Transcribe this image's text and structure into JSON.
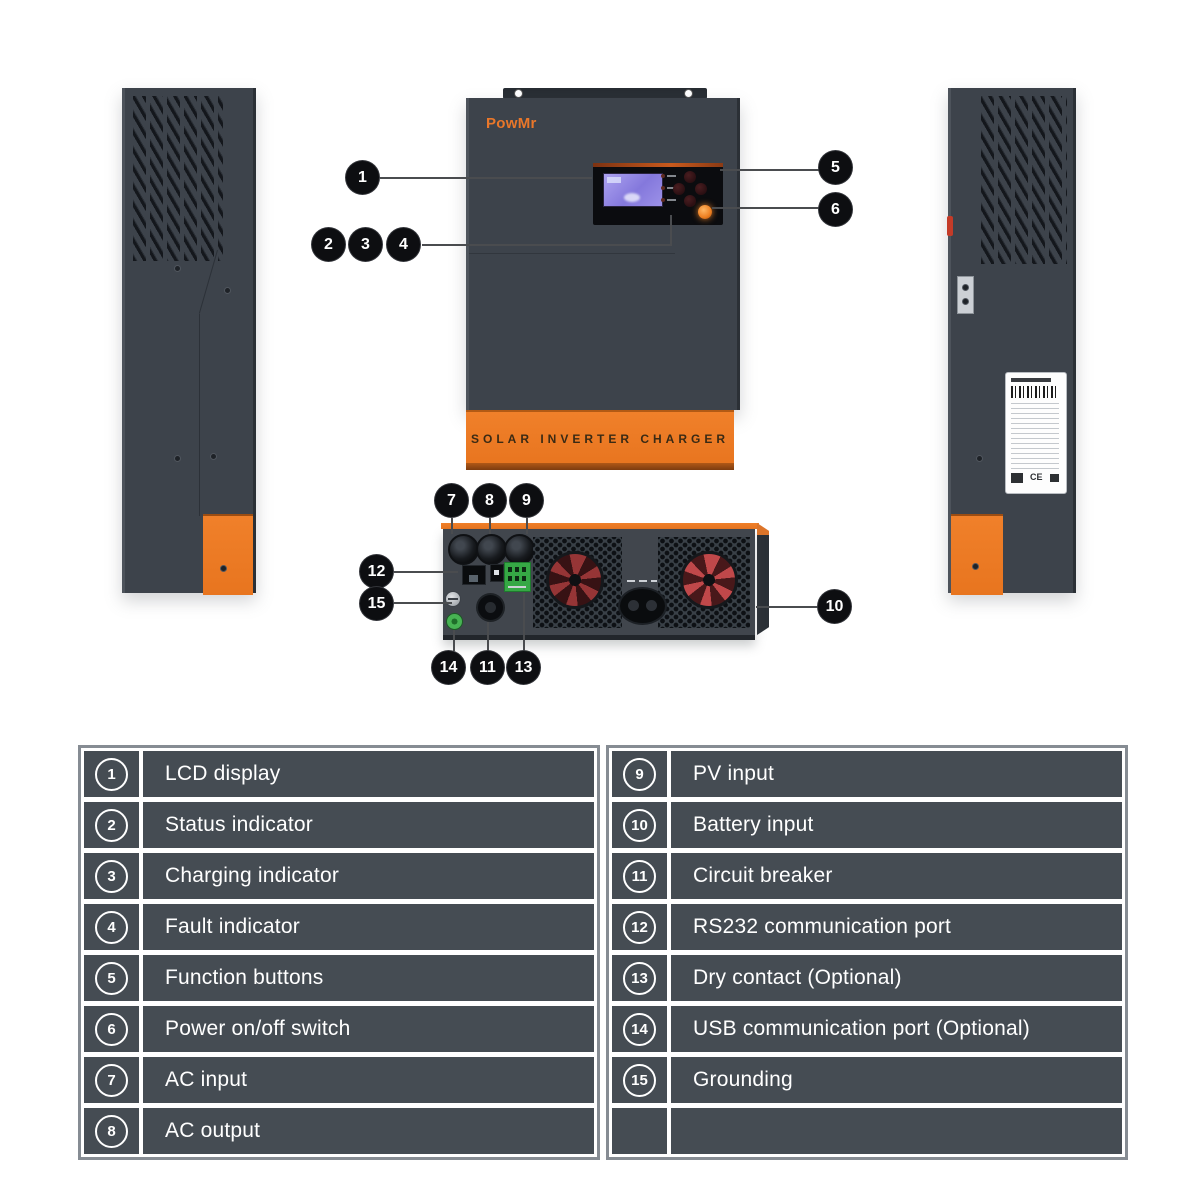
{
  "brand": "PowMr",
  "banner": "SOLAR INVERTER CHARGER",
  "ce_mark": "CE",
  "callouts": [
    "1",
    "2",
    "3",
    "4",
    "5",
    "6",
    "7",
    "8",
    "9",
    "10",
    "11",
    "12",
    "13",
    "14",
    "15"
  ],
  "parts_table": {
    "left": [
      {
        "num": "1",
        "label": "LCD display"
      },
      {
        "num": "2",
        "label": "Status indicator"
      },
      {
        "num": "3",
        "label": "Charging indicator"
      },
      {
        "num": "4",
        "label": "Fault indicator"
      },
      {
        "num": "5",
        "label": "Function buttons"
      },
      {
        "num": "6",
        "label": "Power on/off switch"
      },
      {
        "num": "7",
        "label": "AC input"
      },
      {
        "num": "8",
        "label": "AC output"
      }
    ],
    "right": [
      {
        "num": "9",
        "label": "PV input"
      },
      {
        "num": "10",
        "label": "Battery input"
      },
      {
        "num": "11",
        "label": "Circuit breaker"
      },
      {
        "num": "12",
        "label": "RS232 communication port"
      },
      {
        "num": "13",
        "label": "Dry contact (Optional)"
      },
      {
        "num": "14",
        "label": "USB communication port (Optional)"
      },
      {
        "num": "15",
        "label": "Grounding"
      }
    ]
  },
  "colors": {
    "accent_orange": "#ee7e2b",
    "device_gray": "#3d434b",
    "table_row": "#454c53",
    "callout_black": "#0d0e11",
    "lcd_purple": "#8d82e6",
    "fan_red": "#b03a3a"
  }
}
